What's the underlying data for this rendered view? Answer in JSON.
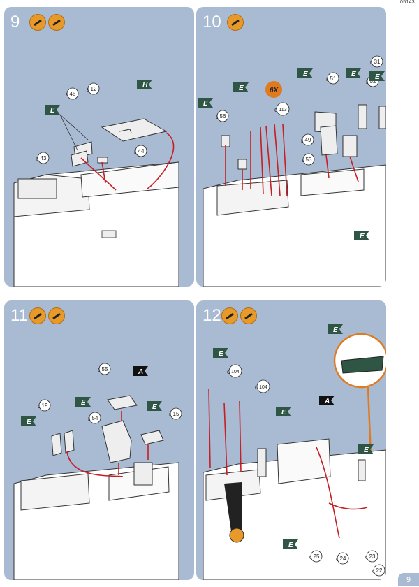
{
  "doc_code": "05143",
  "page_number": "9",
  "colors": {
    "panel": "#a9bad3",
    "arrow": "#c51f24",
    "flag": "#2f5644",
    "callout": "#e07a1f",
    "badge": "#e79a2a"
  },
  "steps": [
    {
      "number": "9",
      "tools": [
        "glue-tube-icon",
        "brush-icon"
      ],
      "parts": [
        {
          "prefix": "B",
          "num": "12"
        },
        {
          "prefix": "B",
          "num": "45"
        },
        {
          "prefix": "B",
          "num": "43"
        },
        {
          "prefix": "B",
          "num": "44"
        }
      ],
      "flags": [
        "H",
        "E"
      ]
    },
    {
      "number": "10",
      "tools": [
        "brush-icon"
      ],
      "count_badge": "6X",
      "parts": [
        {
          "prefix": "C",
          "num": "56"
        },
        {
          "prefix": "C",
          "num": "113"
        },
        {
          "prefix": "B",
          "num": "51"
        },
        {
          "prefix": "B",
          "num": "52"
        },
        {
          "prefix": "C",
          "num": "31"
        },
        {
          "prefix": "B",
          "num": "49"
        },
        {
          "prefix": "B",
          "num": "53"
        }
      ],
      "flags": [
        "E",
        "E",
        "E",
        "E",
        "E",
        "E"
      ]
    },
    {
      "number": "11",
      "tools": [
        "glue-tube-icon",
        "brush-icon"
      ],
      "parts": [
        {
          "prefix": "B",
          "num": "55"
        },
        {
          "prefix": "C",
          "num": "19"
        },
        {
          "prefix": "B",
          "num": "54"
        },
        {
          "prefix": "B",
          "num": "15"
        }
      ],
      "flags": [
        "A",
        "E",
        "E",
        "E"
      ]
    },
    {
      "number": "12",
      "tools": [
        "glue-tube-icon",
        "brush-icon"
      ],
      "parts": [
        {
          "prefix": "C",
          "num": "104"
        },
        {
          "prefix": "C",
          "num": "104"
        },
        {
          "prefix": "C",
          "num": "25"
        },
        {
          "prefix": "C",
          "num": "24"
        },
        {
          "prefix": "C",
          "num": "23"
        },
        {
          "prefix": "C",
          "num": "22"
        }
      ],
      "flags": [
        "E",
        "E",
        "E",
        "E",
        "A",
        "E"
      ]
    }
  ]
}
